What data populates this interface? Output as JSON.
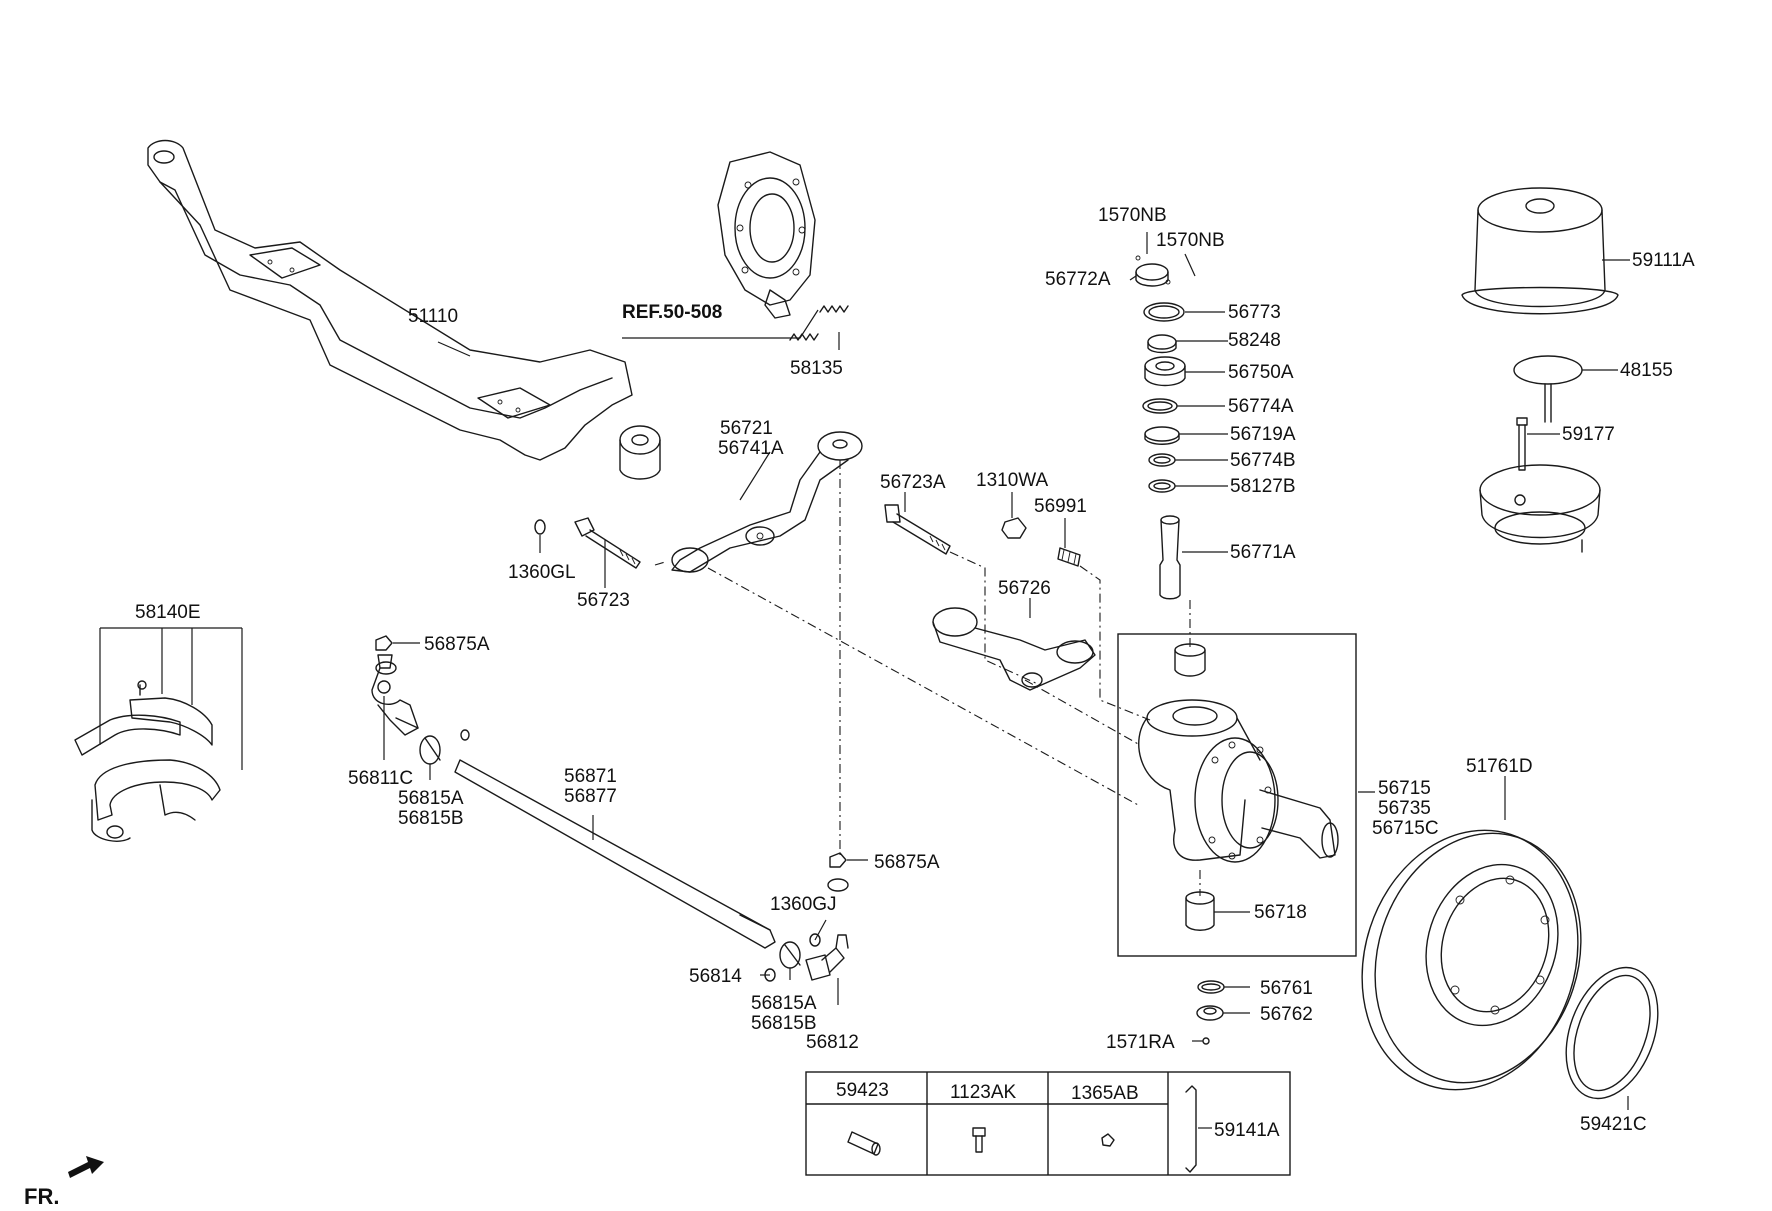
{
  "labels": {
    "ref": "REF.50-508",
    "p51110": "51110",
    "p58135": "58135",
    "p1570nb_1": "1570NB",
    "p1570nb_2": "1570NB",
    "p56772a": "56772A",
    "p56773": "56773",
    "p58248": "58248",
    "p56750a": "56750A",
    "p56774a": "56774A",
    "p56719a": "56719A",
    "p56774b": "56774B",
    "p58127b": "58127B",
    "p56771a": "56771A",
    "p59111a": "59111A",
    "p48155": "48155",
    "p59177": "59177",
    "p56721": "56721",
    "p56741a": "56741A",
    "p56723a": "56723A",
    "p1310wa": "1310WA",
    "p56991": "56991",
    "p1360gl": "1360GL",
    "p56723": "56723",
    "p56726": "56726",
    "p58140e": "58140E",
    "p56875a_1": "56875A",
    "p56811c": "56811C",
    "p56815a_1": "56815A",
    "p56815b_1": "56815B",
    "p56871": "56871",
    "p56877": "56877",
    "p56875a_2": "56875A",
    "p1360gj": "1360GJ",
    "p56814": "56814",
    "p56815a_2": "56815A",
    "p56815b_2": "56815B",
    "p56812": "56812",
    "p56715": "56715",
    "p56735": "56735",
    "p56715c": "56715C",
    "p56718": "56718",
    "p56761": "56761",
    "p56762": "56762",
    "p1571ra": "1571RA",
    "p51761d": "51761D",
    "p59421c": "59421C",
    "fr": "FR."
  },
  "table": {
    "headers": [
      "59423",
      "1123AK",
      "1365AB"
    ],
    "side_label": "59141A"
  }
}
